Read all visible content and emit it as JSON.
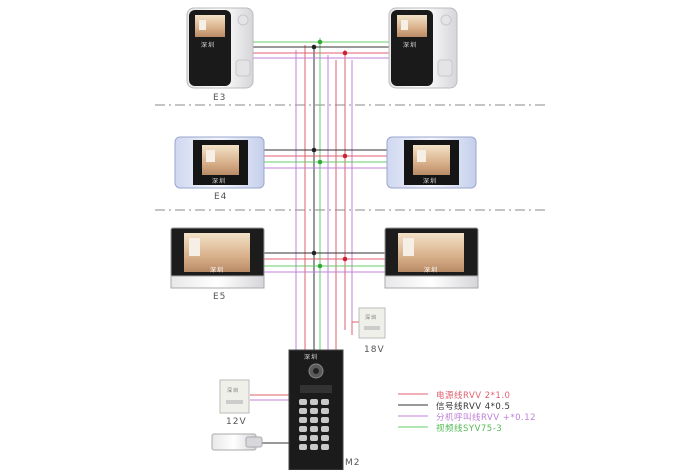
{
  "floors": [
    {
      "label": "E3",
      "model": "compact-monitor"
    },
    {
      "label": "E4",
      "model": "wide-monitor"
    },
    {
      "label": "E5",
      "model": "large-monitor"
    }
  ],
  "main_station": {
    "label": "M2",
    "brand": "深圳"
  },
  "power_supplies": [
    {
      "voltage": "18V",
      "brand": "深圳"
    },
    {
      "voltage": "12V",
      "brand": "深圳"
    }
  ],
  "monitor_brand": "深圳",
  "legend": [
    {
      "text": "电源线RVV 2*1.0",
      "color": "#e06070"
    },
    {
      "text": "信号线RVV 4*0.5",
      "color": "#333333"
    },
    {
      "text": "分机呼叫线RVV +*0.12",
      "color": "#c080d8"
    },
    {
      "text": "视频线SYV75-3",
      "color": "#66cc66"
    }
  ]
}
